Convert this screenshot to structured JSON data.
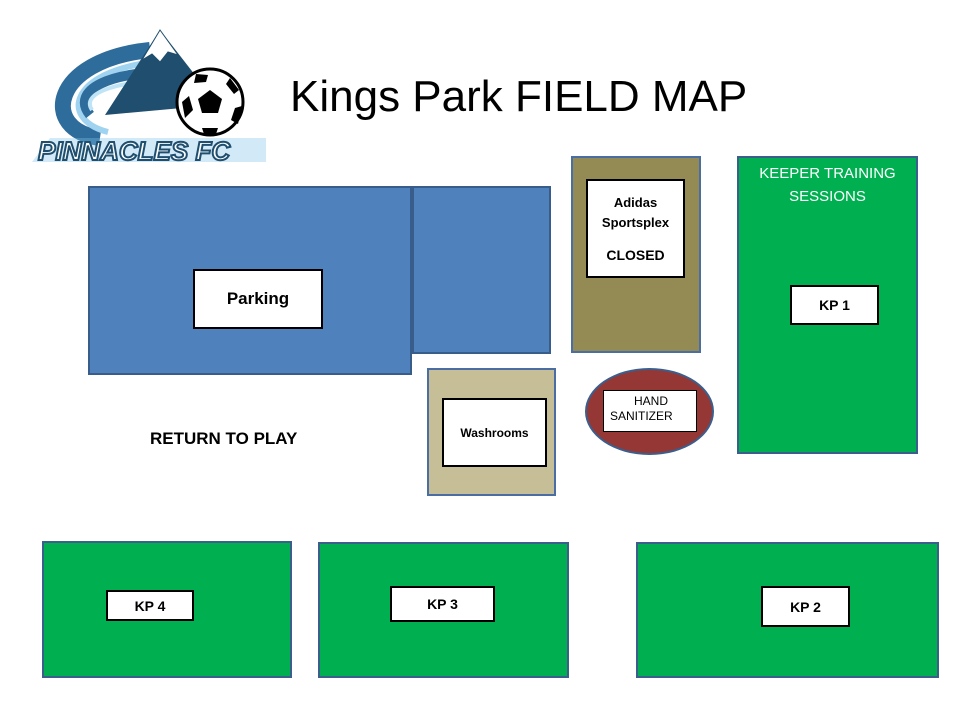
{
  "title": "Kings Park FIELD MAP",
  "logo": {
    "text": "PINNACLES FC"
  },
  "areas": {
    "parking": "Parking",
    "sportsplex_name": "Adidas Sportsplex",
    "sportsplex_status": "CLOSED",
    "washrooms": "Washrooms",
    "sanitizer_line1": "HAND",
    "sanitizer_line2": "SANITIZER",
    "keeper_line1": "KEEPER TRAINING",
    "keeper_line2": "SESSIONS",
    "kp1": "KP 1",
    "kp2": "KP 2",
    "kp3": "KP 3",
    "kp4": "KP 4",
    "return_to_play": "RETURN TO PLAY"
  },
  "colors": {
    "parking": "#4f81bd",
    "sportsplex": "#948a54",
    "washrooms": "#c6be97",
    "fields": "#00b050",
    "sanitizer": "#953735"
  }
}
